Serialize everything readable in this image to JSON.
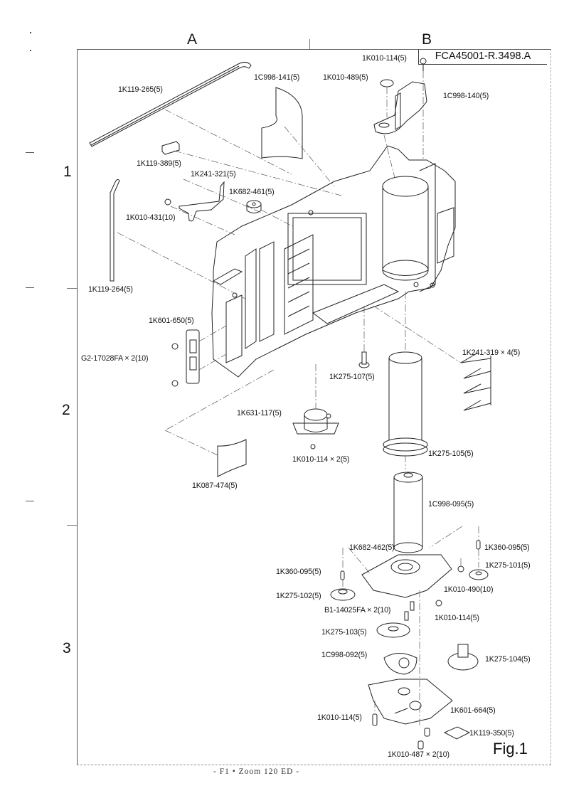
{
  "document": {
    "id": "FCA45001-R.3498.A",
    "figure": "Fig.1",
    "footer": "- F1 • Zoom 120 ED -"
  },
  "grid": {
    "columns": [
      "A",
      "B"
    ],
    "rows": [
      "1",
      "2",
      "3"
    ]
  },
  "parts": [
    {
      "id": "p1",
      "label": "1K119-265(5)"
    },
    {
      "id": "p2",
      "label": "1C998-141(5)"
    },
    {
      "id": "p3",
      "label": "1K010-114(5)"
    },
    {
      "id": "p4",
      "label": "1K010-489(5)"
    },
    {
      "id": "p5",
      "label": "1C998-140(5)"
    },
    {
      "id": "p6",
      "label": "1K119-389(5)"
    },
    {
      "id": "p7",
      "label": "1K241-321(5)"
    },
    {
      "id": "p8",
      "label": "1K682-461(5)"
    },
    {
      "id": "p9",
      "label": "1K010-431(10)"
    },
    {
      "id": "p10",
      "label": "1K119-264(5)"
    },
    {
      "id": "p11",
      "label": "1K601-650(5)"
    },
    {
      "id": "p12",
      "label": "G2-17028FA × 2(10)"
    },
    {
      "id": "p13",
      "label": "1K275-107(5)"
    },
    {
      "id": "p14",
      "label": "1K241-319 × 4(5)"
    },
    {
      "id": "p15",
      "label": "1K631-117(5)"
    },
    {
      "id": "p16",
      "label": "1K010-114 × 2(5)"
    },
    {
      "id": "p17",
      "label": "1K275-105(5)"
    },
    {
      "id": "p18",
      "label": "1K087-474(5)"
    },
    {
      "id": "p19",
      "label": "1C998-095(5)"
    },
    {
      "id": "p20",
      "label": "1K682-462(5)"
    },
    {
      "id": "p21",
      "label": "1K360-095(5)"
    },
    {
      "id": "p22",
      "label": "1K360-095(5)"
    },
    {
      "id": "p23",
      "label": "1K275-101(5)"
    },
    {
      "id": "p24",
      "label": "1K010-490(10)"
    },
    {
      "id": "p25",
      "label": "1K275-102(5)"
    },
    {
      "id": "p26",
      "label": "B1-14025FA × 2(10)"
    },
    {
      "id": "p27",
      "label": "1K010-114(5)"
    },
    {
      "id": "p28",
      "label": "1K275-103(5)"
    },
    {
      "id": "p29",
      "label": "1C998-092(5)"
    },
    {
      "id": "p30",
      "label": "1K275-104(5)"
    },
    {
      "id": "p31",
      "label": "1K601-664(5)"
    },
    {
      "id": "p32",
      "label": "1K010-114(5)"
    },
    {
      "id": "p33",
      "label": "1K119-350(5)"
    },
    {
      "id": "p34",
      "label": "1K010-487 × 2(10)"
    }
  ]
}
